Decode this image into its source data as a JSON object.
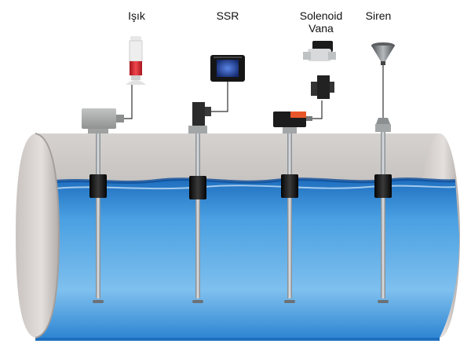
{
  "labels": {
    "light": "Işık",
    "ssr": "SSR",
    "solenoid_line1": "Solenoid",
    "solenoid_line2": "Vana",
    "siren": "Siren"
  },
  "icons": {
    "light": "signal-tower-light-icon",
    "ssr": "ssr-relay-display-icon",
    "solenoid": "solenoid-valve-icon",
    "siren": "siren-horn-icon"
  },
  "colors": {
    "tank_body": "#b9b4b1",
    "water": "#2e86d6",
    "water_light": "#8fc8ef",
    "probe_rod": "#aeb2b6",
    "float": "#1a1a1a",
    "light_red": "#d9232b",
    "ssr_screen": "#1f3f9a",
    "controller_orange": "#e8572a",
    "sensor_box": "#a7a9a8"
  }
}
